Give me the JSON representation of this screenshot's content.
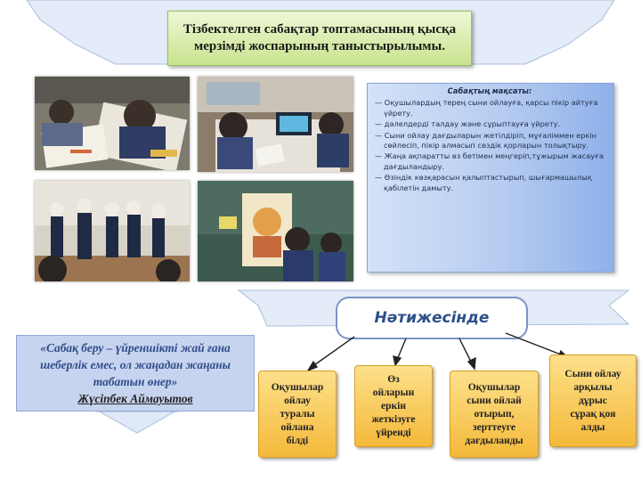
{
  "title": "Тізбектелген сабақтар топтамасының қысқа мерзімді жоспарының таныстырылымы.",
  "goals": {
    "heading": "Сабақтың мақсаты:",
    "items": [
      "— Оқушылардың терең сыни ойлауға, қарсы пікір айтуға үйрету.",
      "— дәлелдерді талдау және сұрыптауға үйрету.",
      "— Сыни ойлау дағдыларын жетілдіріп, мұғаліммен еркін сөйлесіп, пікір алмасып сөздік қорларын толықтыру.",
      "— Жаңа ақпаратты өз бетімен меңгеріп,тұжырым жасауға дағдыландыру.",
      "— Өзіндік көзқарасын қалыптастырып, шығармашылық қабілетін дамыту."
    ]
  },
  "result_label": "Нәтижесінде",
  "quote": {
    "text": "«Сабақ беру – үйреншікті жай ғана шеберлік емес, ол жаңадан жаңаны табатын өнер»",
    "author": "Жүсіпбек Аймауытов"
  },
  "results": [
    "Оқушылар\nойлау\nтуралы\nойлана\nбілді",
    "Өз\nойларын\nеркін\nжеткізуге\nүйренді",
    "Оқушылар\nсыни ойлай\nотырып,\nзерттеуге\nдағдыланды",
    "Сыни ойлау\nарқылы\nдұрыс\nсұрақ қоя\nалды"
  ],
  "colors": {
    "ribbon": "#e3ecf8",
    "ribbon_border": "#a9bedc",
    "title_fill": "#c9e48f",
    "goals_fill": "#b6ccf0",
    "quote_fill": "#c7d4ef",
    "result_box": "#f4b93a",
    "result_label_text": "#2e4f8a"
  },
  "photos": [
    "classroom-photo-1",
    "classroom-photo-2",
    "classroom-photo-3",
    "classroom-photo-4"
  ]
}
